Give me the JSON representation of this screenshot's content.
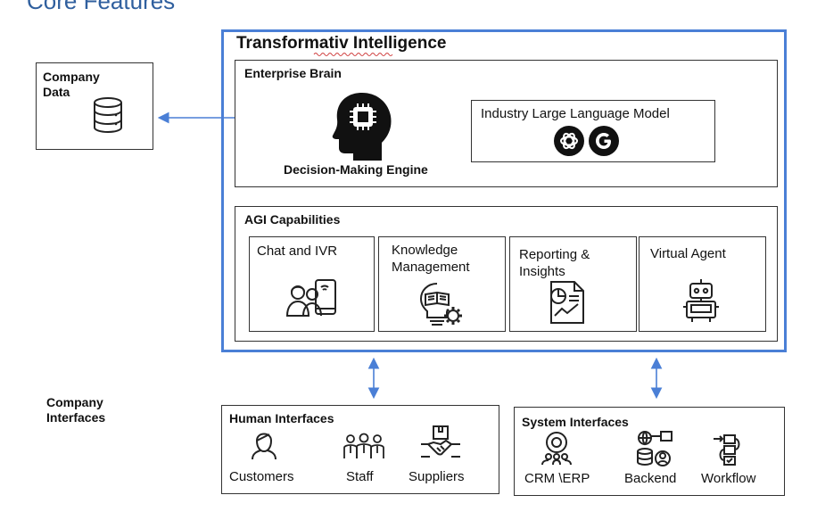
{
  "header": {
    "title": "Core Features"
  },
  "company_data": {
    "label": "Company\nData"
  },
  "transformativ": {
    "title": "Transformativ Intelligence"
  },
  "enterprise_brain": {
    "title": "Enterprise Brain",
    "engine_label": "Decision-Making Engine",
    "llm_label": "Industry Large Language Model"
  },
  "agi": {
    "title": "AGI Capabilities",
    "cards": [
      {
        "label": "Chat and IVR"
      },
      {
        "label": "Knowledge\nManagement"
      },
      {
        "label": "Reporting &\nInsights"
      },
      {
        "label": "Virtual Agent"
      }
    ]
  },
  "company_interfaces": {
    "label": "Company\nInterfaces"
  },
  "human_interfaces": {
    "title": "Human Interfaces",
    "items": [
      {
        "label": "Customers"
      },
      {
        "label": "Staff"
      },
      {
        "label": "Suppliers"
      }
    ]
  },
  "system_interfaces": {
    "title": "System Interfaces",
    "items": [
      {
        "label": "CRM \\ERP"
      },
      {
        "label": "Backend"
      },
      {
        "label": "Workflow"
      }
    ]
  },
  "colors": {
    "accent_blue": "#4a7fd6",
    "title_blue": "#2f5f9e",
    "text": "#111111"
  }
}
